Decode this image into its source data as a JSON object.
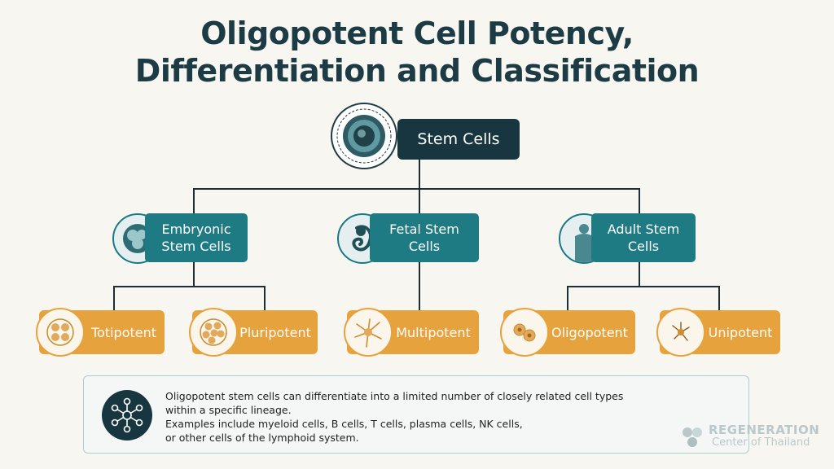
{
  "title": {
    "line1": "Oligopotent Cell Potency,",
    "line2": "Differentiation and Classification"
  },
  "root": {
    "label": "Stem Cells",
    "icon": "stem-cell-icon"
  },
  "categories": [
    {
      "line1": "Embryonic",
      "line2": "Stem Cells",
      "icon": "embryo-cells-icon"
    },
    {
      "line1": "Fetal Stem",
      "line2": "Cells",
      "icon": "fetus-icon"
    },
    {
      "line1": "Adult Stem",
      "line2": "Cells",
      "icon": "human-body-icon"
    }
  ],
  "potency_types": [
    {
      "label": "Totipotent",
      "icon": "cell-cluster-icon"
    },
    {
      "label": "Pluripotent",
      "icon": "morula-icon"
    },
    {
      "label": "Multipotent",
      "icon": "neuron-icon"
    },
    {
      "label": "Oligopotent",
      "icon": "two-cells-icon"
    },
    {
      "label": "Unipotent",
      "icon": "single-neuron-icon"
    }
  ],
  "info": {
    "icon": "network-nodes-icon",
    "line1": "Oligopotent stem cells can differentiate into a limited number of closely related cell types",
    "line2": "within a specific lineage.",
    "line3": "Examples include myeloid cells, B cells, T cells, plasma cells, NK cells,",
    "line4": "or other cells of the lymphoid system."
  },
  "watermark": {
    "name": "REGENERATION",
    "sub": "Center of Thailand"
  },
  "colors": {
    "dark_teal": "#173640",
    "teal": "#1e7b84",
    "orange": "#e6a23c",
    "title": "#1d3b45",
    "background": "#f7f6f1"
  }
}
